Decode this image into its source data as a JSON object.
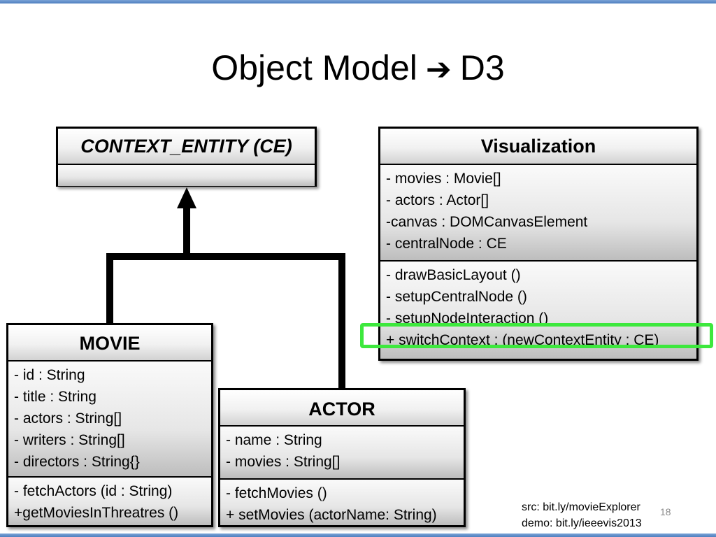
{
  "slide": {
    "title_left": "Object Model",
    "title_right": "D3",
    "page_number": "18",
    "source_line": "src: bit.ly/movieExplorer",
    "demo_line": "demo: bit.ly/ieeevis2013"
  },
  "classes": {
    "context_entity": {
      "name": "CONTEXT_ENTITY (CE)"
    },
    "visualization": {
      "name": "Visualization",
      "attributes": [
        "- movies : Movie[]",
        "- actors : Actor[]",
        "-canvas : DOMCanvasElement",
        "- centralNode : CE"
      ],
      "methods": [
        "- drawBasicLayout ()",
        "- setupCentralNode ()",
        "- setupNodeInteraction ()",
        "+ switchContext : (newContextEntity : CE)"
      ]
    },
    "movie": {
      "name": "MOVIE",
      "attributes": [
        "- id : String",
        "- title : String",
        "- actors : String[]",
        "- writers : String[]",
        "- directors : String{}"
      ],
      "methods": [
        "- fetchActors (id : String)",
        "+getMoviesInThreatres ()"
      ]
    },
    "actor": {
      "name": "ACTOR",
      "attributes": [
        "- name : String",
        "- movies : String[]"
      ],
      "methods": [
        "- fetchMovies ()",
        "+ setMovies (actorName: String)"
      ]
    }
  },
  "colors": {
    "highlight": "#3de83d",
    "connector": "#000000"
  }
}
